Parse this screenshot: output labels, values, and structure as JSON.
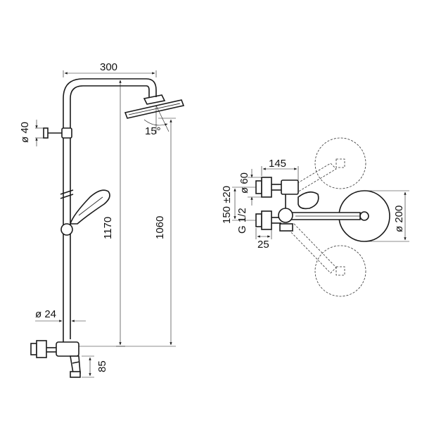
{
  "labels": {
    "arm_width": "300",
    "head_tilt": "15°",
    "holder_diameter": "ø 40",
    "total_height": "1170",
    "head_height": "1060",
    "tube_diameter": "ø 24",
    "mixer_height": "85",
    "mixer_depth": "145",
    "mixer_diameter": "ø 60",
    "center_distance": "150 ±20",
    "connection_thread": "G 1/2",
    "wall_offset": "25",
    "head_diameter": "ø 200"
  }
}
